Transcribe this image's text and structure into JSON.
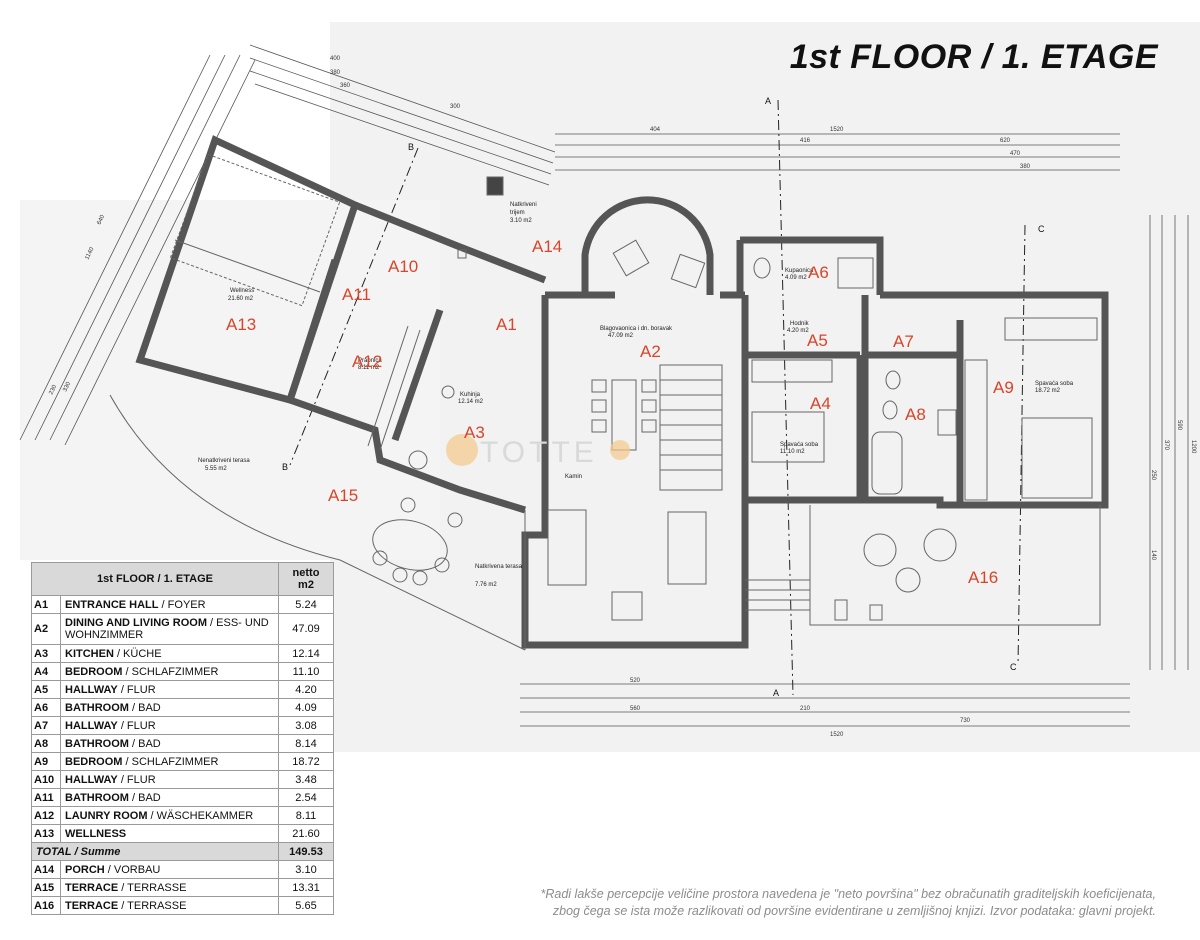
{
  "title": "1st FLOOR / 1. ETAGE",
  "colors": {
    "room_tag": "#d8452b",
    "wall": "#555555",
    "table_header": "#d9d9d9"
  },
  "plan": {
    "room_tags": {
      "A1": "A1",
      "A2": "A2",
      "A3": "A3",
      "A4": "A4",
      "A5": "A5",
      "A6": "A6",
      "A7": "A7",
      "A8": "A8",
      "A9": "A9",
      "A10": "A10",
      "A11": "A11",
      "A12": "A12",
      "A13": "A13",
      "A14": "A14",
      "A15": "A15",
      "A16": "A16"
    },
    "room_texts": {
      "wellness": "Wellness",
      "wellness_area": "21.60 m2",
      "dining": "Blagovaonica i dn. boravak",
      "dining_area": "47.09 m2",
      "kitchen": "Kuhinja",
      "kitchen_area": "12.14 m2",
      "bedroom1": "Spavaća soba",
      "bedroom1_area": "11.10 m2",
      "bedroom2": "Spavaća soba",
      "bedroom2_area": "18.72 m2",
      "hallway": "Hodnik",
      "hallway_area": "4.20 m2",
      "bath": "Kupaonica",
      "bath_area": "4.09 m2",
      "laundry": "Praonica",
      "laundry_area": "8.11 m2",
      "porch": "Natkriveni",
      "porch_sub": "trijem",
      "porch_area": "3.10 m2",
      "terrace_left": "Nenatkriveni terasa",
      "terrace_left_area": "5.55 m2",
      "terrace_mid": "Natkrivena terasa",
      "terrace_mid_area": "7.76 m2",
      "kamin": "Kamin"
    },
    "dimensions": {
      "top_left": [
        "400",
        "380",
        "360",
        "300",
        "1520"
      ],
      "top_right": [
        "404",
        "416",
        "620",
        "470",
        "380"
      ],
      "bottom": [
        "520",
        "560",
        "210",
        "730",
        "1520"
      ],
      "right": [
        "1200",
        "590",
        "370",
        "250",
        "140"
      ],
      "left": [
        "1140",
        "640",
        "230",
        "330"
      ]
    },
    "section_marks": {
      "a": "A",
      "b": "B",
      "c": "C"
    },
    "watermark": "TOTTE"
  },
  "legend": {
    "header_title": "1st FLOOR / 1. ETAGE",
    "header_value": "netto\nm2",
    "rows": [
      {
        "code": "A1",
        "name": "ENTRANCE HALL",
        "sub": " / FOYER",
        "value": "5.24"
      },
      {
        "code": "A2",
        "name": "DINING AND LIVING ROOM",
        "sub": " / ESS- UND WOHNZIMMER",
        "value": "47.09"
      },
      {
        "code": "A3",
        "name": "KITCHEN",
        "sub": " / KÜCHE",
        "value": "12.14"
      },
      {
        "code": "A4",
        "name": "BEDROOM",
        "sub": " / SCHLAFZIMMER",
        "value": "11.10"
      },
      {
        "code": "A5",
        "name": "HALLWAY",
        "sub": " / FLUR",
        "value": "4.20"
      },
      {
        "code": "A6",
        "name": "BATHROOM",
        "sub": " / BAD",
        "value": "4.09"
      },
      {
        "code": "A7",
        "name": "HALLWAY",
        "sub": " / FLUR",
        "value": "3.08"
      },
      {
        "code": "A8",
        "name": "BATHROOM",
        "sub": " / BAD",
        "value": "8.14"
      },
      {
        "code": "A9",
        "name": "BEDROOM",
        "sub": " / SCHLAFZIMMER",
        "value": "18.72"
      },
      {
        "code": "A10",
        "name": "HALLWAY",
        "sub": " / FLUR",
        "value": "3.48"
      },
      {
        "code": "A11",
        "name": "BATHROOM",
        "sub": " / BAD",
        "value": "2.54"
      },
      {
        "code": "A12",
        "name": "LAUNRY ROOM",
        "sub": " / WÄSCHEKAMMER",
        "value": "8.11"
      },
      {
        "code": "A13",
        "name": "WELLNESS",
        "sub": "",
        "value": "21.60"
      }
    ],
    "total": {
      "label": "TOTAL / Summe",
      "value": "149.53"
    },
    "extra_rows": [
      {
        "code": "A14",
        "name": "PORCH",
        "sub": " / VORBAU",
        "value": "3.10"
      },
      {
        "code": "A15",
        "name": "TERRACE",
        "sub": " / TERRASSE",
        "value": "13.31"
      },
      {
        "code": "A16",
        "name": "TERRACE",
        "sub": " / TERRASSE",
        "value": "5.65"
      }
    ]
  },
  "footnote_line1": "*Radi lakše percepcije veličine prostora navedena je \"neto površina\" bez obračunatih graditeljskih koeficijenata,",
  "footnote_line2": "zbog čega se ista može razlikovati od površine evidentirane u zemljišnoj knjizi. Izvor podataka: glavni projekt."
}
